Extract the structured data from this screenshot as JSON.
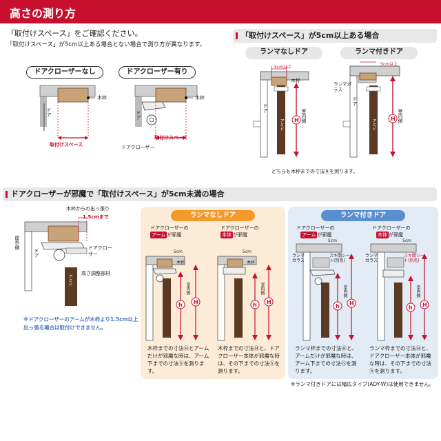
{
  "header": {
    "title": "高さの測り方"
  },
  "intro": {
    "line1": "「取付けスペース」をご確認ください。",
    "line2": "「取付けスペース」が5cm以上ある場合とない場合で測り方が異なります。"
  },
  "closer_compare": {
    "without_label": "ドアクローザーなし",
    "with_label": "ドアクローザー有り",
    "wood_frame": "木枠",
    "door": "ドア",
    "space_label": "取付けスペース",
    "closer_label": "ドアクローザー"
  },
  "section_over": {
    "title": "「取付けスペース」が5cm以上ある場合",
    "no_transom": "ランマなしドア",
    "with_transom": "ランマ付きドア",
    "min_5cm": "5cm以上",
    "wood_frame": "木枠",
    "transom_glass": "ランマガラス",
    "indoor": "室内側",
    "door": "ドア",
    "amido": "アミド",
    "H": "H",
    "footnote": "どちらも木枠までの寸法Ⓗを測ります。"
  },
  "section_under": {
    "title": "ドアクローザーが邪魔で「取付けスペース」が5cm未満の場合",
    "protrusion": "木枠からの出っ張り",
    "protrusion_limit": "1.5cmまで",
    "outdoor": "屋外側",
    "door": "ドア",
    "door_closer": "ドアクローザー",
    "height_adjust": "高さ調整部材",
    "amido": "アミド",
    "left_note": "※ドアクローザーのアームが木枠より1.5cm以上出っ張る場合は取付けできません。"
  },
  "panel_no_transom": {
    "title": "ランマなしドア",
    "obstacle_arm_pre": "ドアクローザーの",
    "obstacle_arm_tag": "アーム",
    "obstacle_arm_post": "が邪魔",
    "obstacle_body_pre": "ドアクローザーの",
    "obstacle_body_tag": "本体",
    "obstacle_body_post": "が邪魔",
    "cm5": "5cm",
    "wood_frame": "木枠",
    "indoor": "室内側",
    "h": "h",
    "H": "H",
    "blurb_arm": "木枠までの寸法Ⓗとアームだけが邪魔な時は、アーム下までの寸法ⓗを測ります。",
    "blurb_body": "木枠までの寸法Ⓗと、ドアクローザー本体が邪魔な時は、その下までの寸法ⓗを測ります。"
  },
  "panel_with_transom": {
    "title": "ランマ付きドア",
    "obstacle_arm_pre": "ドアクローザーの",
    "obstacle_arm_tag": "アーム",
    "obstacle_arm_post": "が邪魔",
    "obstacle_body_pre": "ドアクローザーの",
    "obstacle_body_tag": "本体",
    "obstacle_body_post": "が邪魔",
    "cm5": "5cm",
    "transom_glass": "ランマガラス",
    "gap_sheet": "スキ間シート(別売)",
    "indoor": "室内側",
    "h": "h",
    "H": "H",
    "blurb_arm": "ランマ枠までの寸法Ⓗと、アームだけが邪魔な時は、アーム下までの寸法ⓗを測ります。",
    "blurb_body": "ランマ枠までの寸法Ⓗと、ドアクローザー本体が邪魔な時は、その下までの寸法ⓗを測ります。",
    "footnote": "※ランマ付きドアには幅広タイプ(ADY-W)は使用できません。"
  },
  "colors": {
    "accent": "#c8102e",
    "orange": "#f39a2b",
    "blue": "#5b8ed0",
    "wood": "#b07a48",
    "screen": "#5b3a24"
  }
}
